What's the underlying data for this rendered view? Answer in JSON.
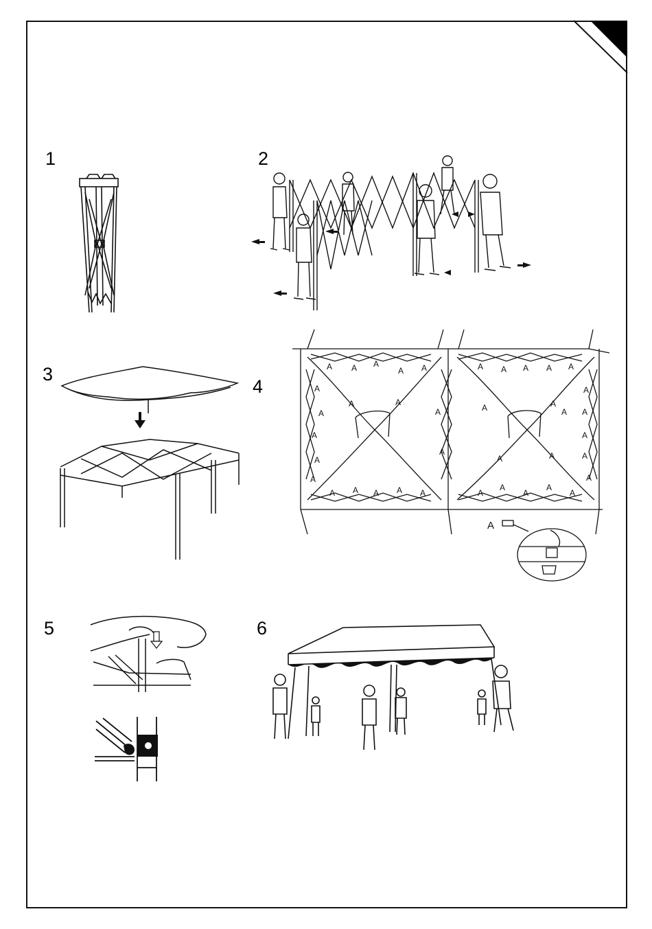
{
  "steps": [
    {
      "number": "1"
    },
    {
      "number": "2"
    },
    {
      "number": "3"
    },
    {
      "number": "4"
    },
    {
      "number": "5"
    },
    {
      "number": "6"
    }
  ],
  "step4": {
    "clip_label": "A",
    "legend_label": "A"
  },
  "colors": {
    "ink": "#111111",
    "paper": "#ffffff",
    "corner_tab": "#000000"
  },
  "icons": [
    "folded-frame-icon",
    "expanding-frame-icon",
    "canopy-cover-icon",
    "frame-top-view-icon",
    "canopy-attach-icon",
    "leg-lock-icon",
    "assembled-gazebo-icon"
  ]
}
